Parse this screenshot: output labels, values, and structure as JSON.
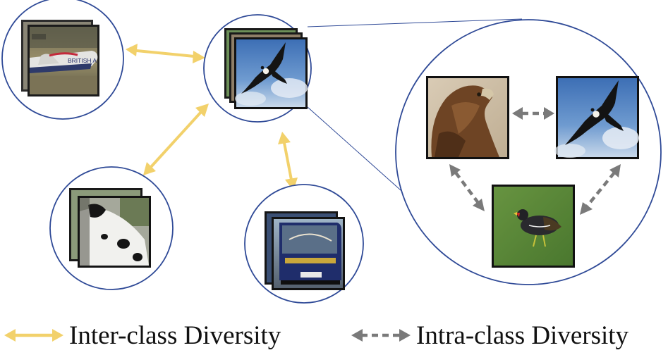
{
  "legend": {
    "inter_label": "Inter-class Diversity",
    "intra_label": "Intra-class Diversity"
  },
  "image_text": {
    "airplane_livery": "BRITISH A"
  },
  "colors": {
    "circle_stroke": "#2f4a97",
    "inter_arrow": "#f2d16b",
    "intra_arrow": "#7a7a7a",
    "zoom_line": "#2f4a97",
    "sky": "#4f7fbf",
    "grass": "#5f8f3a"
  },
  "icons": {
    "inter": "double-headed-solid-arrow",
    "intra": "double-headed-dashed-arrow"
  }
}
